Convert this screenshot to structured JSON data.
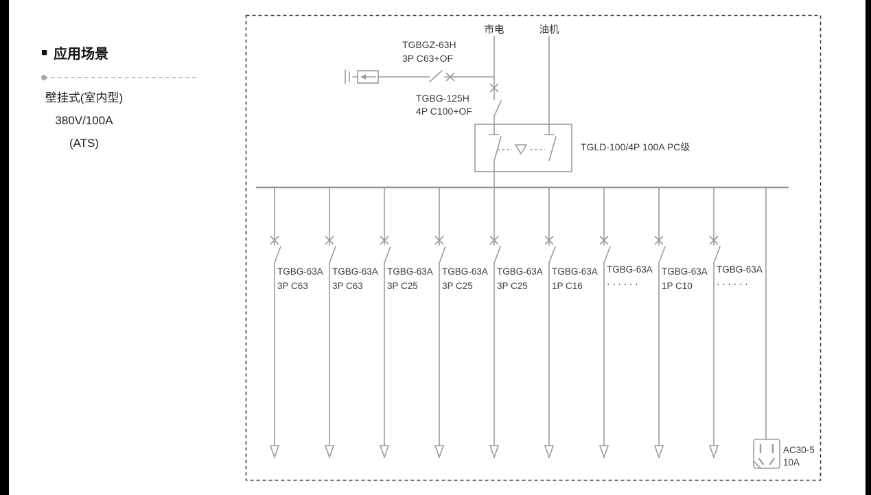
{
  "colors": {
    "line": "#9b9b9b",
    "text": "#3b3b3b",
    "border": "#3f3f3f"
  },
  "sidebar": {
    "bullet": "■",
    "title": "应用场景",
    "lines": [
      "壁挂式(室内型)",
      "380V/100A",
      "(ATS)"
    ]
  },
  "diagram": {
    "mains_label": "市电",
    "generator_label": "油机",
    "surge_breaker": {
      "line1": "TGBGZ-63H",
      "line2": "3P C63+OF"
    },
    "main_breaker": {
      "line1": "TGBG-125H",
      "line2": "4P C100+OF"
    },
    "ats_label": "TGLD-100/4P 100A PC级",
    "branches": [
      {
        "line1": "TGBG-63A",
        "line2": "3P C63"
      },
      {
        "line1": "TGBG-63A",
        "line2": "3P C63"
      },
      {
        "line1": "TGBG-63A",
        "line2": "3P C25"
      },
      {
        "line1": "TGBG-63A",
        "line2": "3P C25"
      },
      {
        "line1": "TGBG-63A",
        "line2": "3P C25"
      },
      {
        "line1": "TGBG-63A",
        "line2": "1P C16"
      },
      {
        "line1": "TGBG-63A",
        "line2": "· · · · · ·"
      },
      {
        "line1": "TGBG-63A",
        "line2": "1P C10"
      },
      {
        "line1": "TGBG-63A",
        "line2": "· · · · · ·"
      }
    ],
    "socket": {
      "line1": "AC30-5",
      "line2": "10A"
    }
  }
}
